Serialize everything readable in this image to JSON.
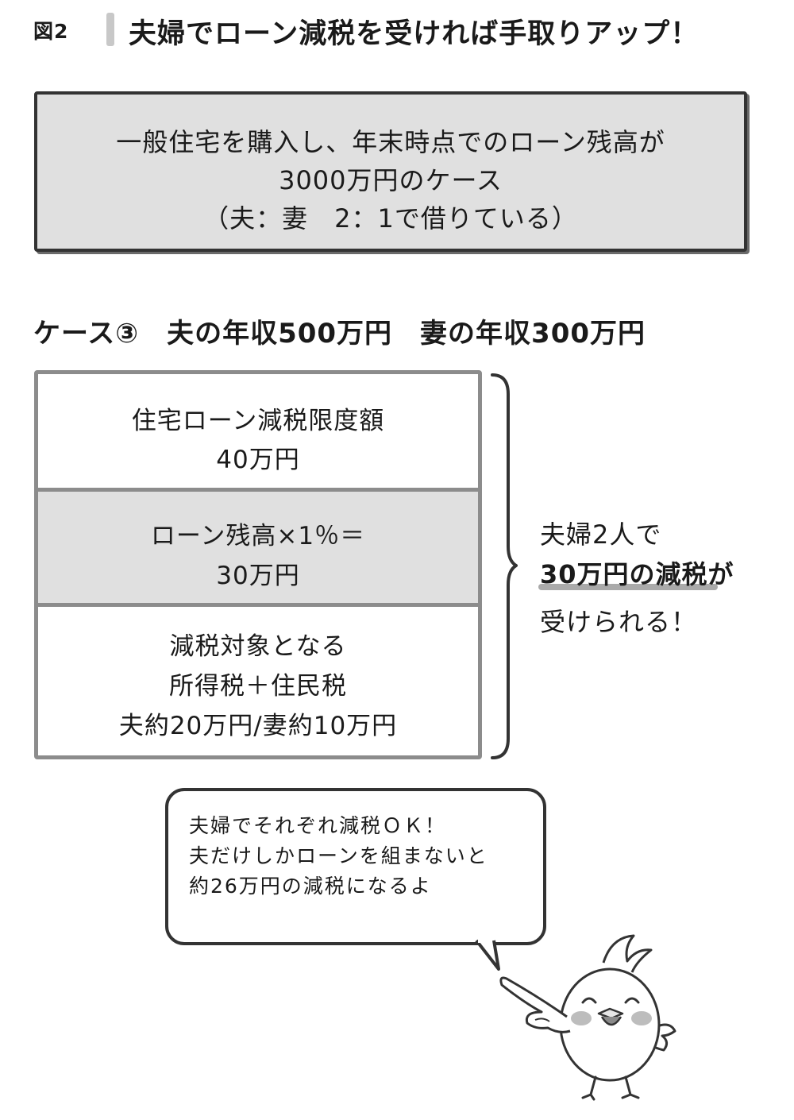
{
  "figure_label": "図2",
  "title": "夫婦でローン減税を受ければ手取りアップ！",
  "premise": {
    "lines": [
      "一般住宅を購入し、年末時点でのローン残高が",
      "3000万円のケース",
      "（夫：妻　2：1で借りている）"
    ]
  },
  "case_heading": "ケース③　夫の年収500万円　妻の年収300万円",
  "table": {
    "rows": [
      {
        "lines": [
          "住宅ローン減税限度額",
          "40万円"
        ]
      },
      {
        "lines": [
          "ローン残高×1％＝",
          "30万円"
        ]
      },
      {
        "lines": [
          "減税対象となる",
          "所得税＋住民税",
          "夫約20万円/妻約10万円"
        ]
      }
    ]
  },
  "result": {
    "lines": [
      "夫婦2人で",
      "30万円の減税が",
      "受けられる！"
    ]
  },
  "speech": {
    "lines": [
      "夫婦でそれぞれ減税ＯＫ！",
      "夫だけしかローンを組まないと",
      "約26万円の減税になるよ"
    ]
  },
  "colors": {
    "shade": "#e0e0e0",
    "border_dark": "#333333",
    "border_gray": "#8c8c8c",
    "accent_underline": "#aaaaaa"
  }
}
